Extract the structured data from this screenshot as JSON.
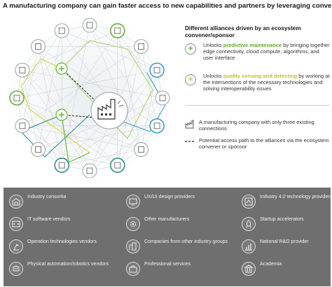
{
  "title": "A manufacturing company can gain faster access to new capabilities and partners by leveraging conveners",
  "right_panel": {
    "heading": "Different alliances driven by an ecosystem convener/sponsor",
    "item1": {
      "prefix": "Unlocks ",
      "highlight": "predictive maintenance",
      "suffix": " by bringing together edge connectivity, cloud compute, algorithms, and user interface"
    },
    "item2": {
      "prefix": "Unlocks ",
      "highlight": "quality sensing and detecting",
      "suffix": " by working at the intersections of the necessary technologies and solving interoperability issues"
    }
  },
  "legend": {
    "company": "A manufacturing company with only three existing connections",
    "path": "Potential access path to the alliances via the ecosystem convener or sponsor"
  },
  "categories": [
    {
      "label": "Industry consortia",
      "icon": "consortia-icon"
    },
    {
      "label": "UX/UI design providers",
      "icon": "design-icon"
    },
    {
      "label": "Industry 4.0 technology providers",
      "icon": "industry40-icon"
    },
    {
      "label": "IT software vendors",
      "icon": "software-icon"
    },
    {
      "label": "Other manufacturers",
      "icon": "gear-icon"
    },
    {
      "label": "Startup accelerators",
      "icon": "rocket-icon"
    },
    {
      "label": "Operation technologies vendors",
      "icon": "robot-arm-icon"
    },
    {
      "label": "Companies from other industry groups",
      "icon": "buildings-icon"
    },
    {
      "label": "National R&D provider",
      "icon": "chart-icon"
    },
    {
      "label": "Physical automation/robotics vendors",
      "icon": "robotics-icon"
    },
    {
      "label": "Professional services",
      "icon": "briefcase-icon"
    },
    {
      "label": "Academia",
      "icon": "academia-icon"
    }
  ],
  "colors": {
    "green": "#62b22f",
    "olive": "#c9c92e",
    "teal": "#2f8f8f",
    "blue": "#3a9fcf",
    "panel": "#6f6f6f"
  }
}
